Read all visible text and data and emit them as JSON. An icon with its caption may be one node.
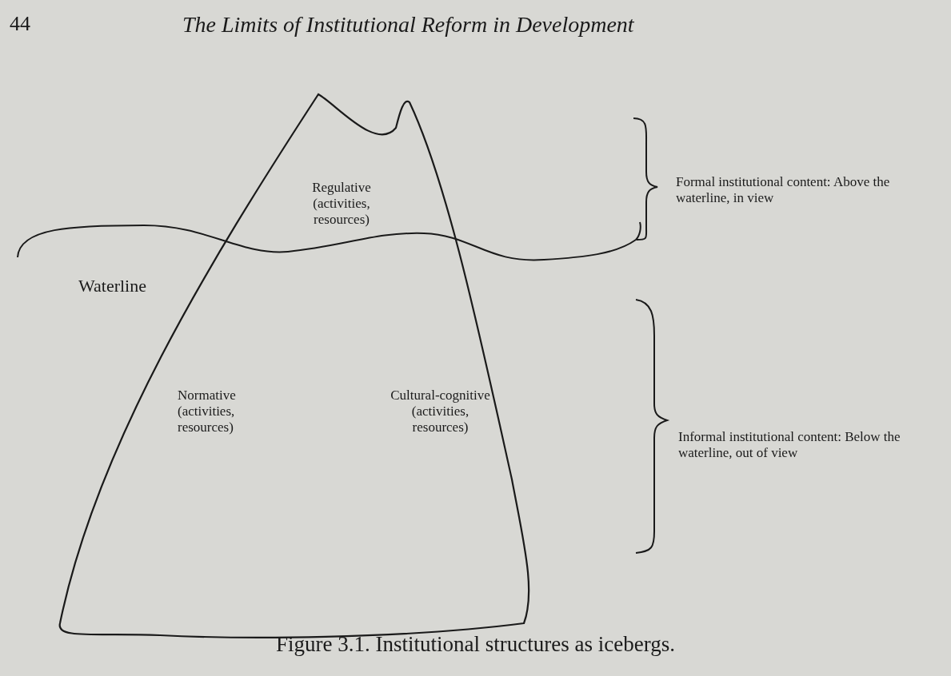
{
  "diagram": {
    "caption": "Figure 3.1. Institutional structures as icebergs.",
    "labels": [
      "44",
      "The Limits of Institutional Reform in Development",
      "Regulative (activities, resources)",
      "Formal institutional content: Above the waterline, in view",
      "Waterline",
      "Normative (activities, resources)",
      "Cultural-cognitive (activities, resources)",
      "Informal institutional content: Below the waterline, out of view"
    ]
  }
}
